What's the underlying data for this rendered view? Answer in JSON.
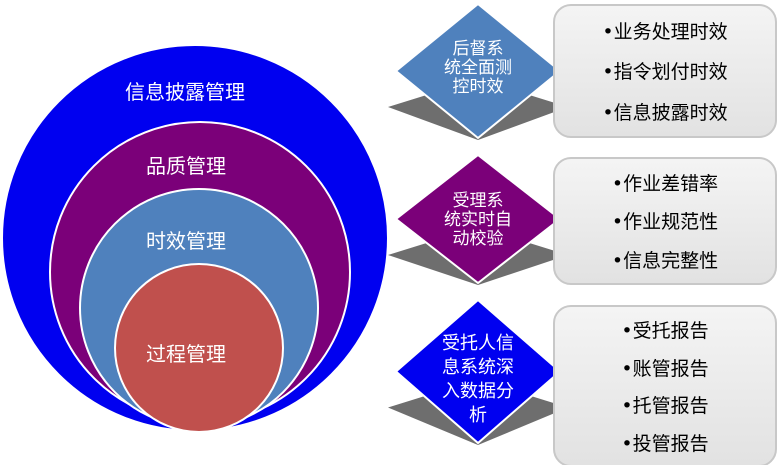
{
  "circles": [
    {
      "label": "信息披露管理",
      "color": "#0000f0"
    },
    {
      "label": "品质管理",
      "color": "#7b0079"
    },
    {
      "label": "时效管理",
      "color": "#4f81bd"
    },
    {
      "label": "过程管理",
      "color": "#c0504d"
    }
  ],
  "groups": [
    {
      "diamond_lines": [
        "后督系",
        "统全面测",
        "控时效"
      ],
      "color": "#4f81bd",
      "items": [
        "•业务处理时效",
        "•指令划付时效",
        "•信息披露时效"
      ]
    },
    {
      "diamond_lines": [
        "受理系",
        "统实时自",
        "动校验"
      ],
      "color": "#7b0079",
      "items": [
        "•作业差错率",
        "•作业规范性",
        "•信息完整性"
      ]
    },
    {
      "diamond_lines": [
        "受托人信",
        "息系统深",
        "入数据分",
        "析"
      ],
      "color": "#0000f0",
      "items": [
        "•受托报告",
        "•账管报告",
        "•托管报告",
        "•投管报告"
      ]
    }
  ]
}
